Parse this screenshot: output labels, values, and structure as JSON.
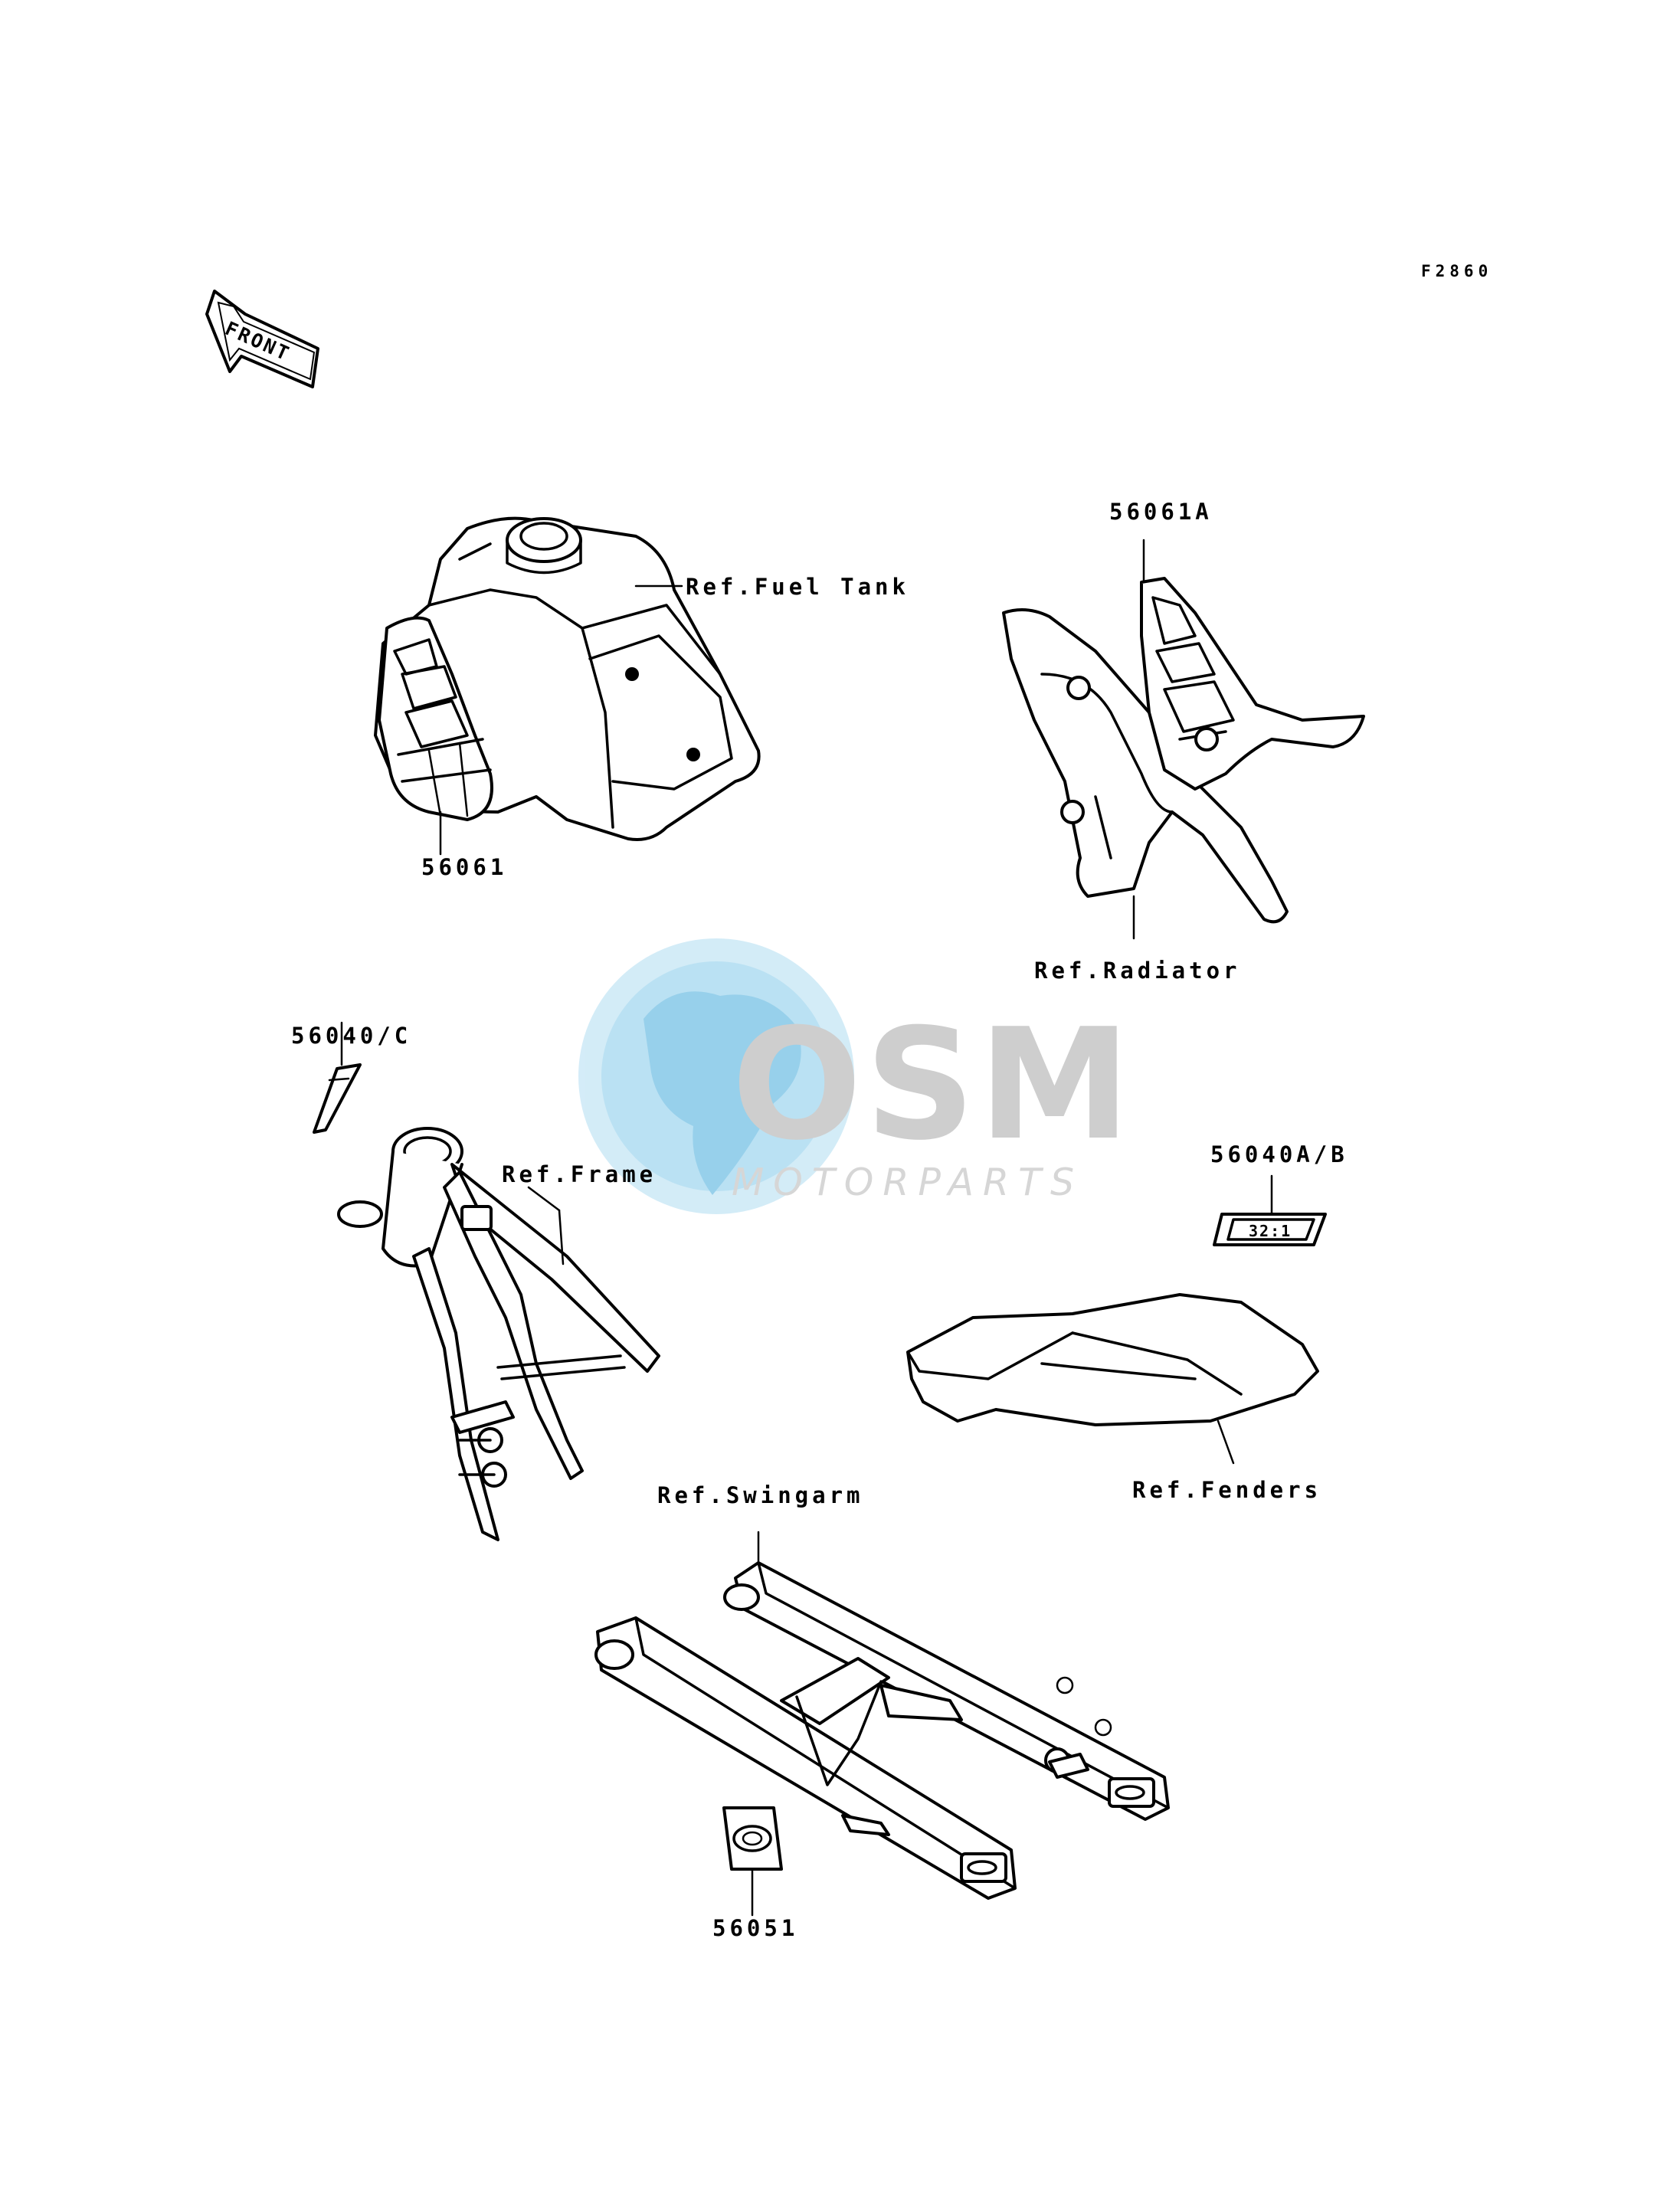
{
  "diagram": {
    "code": "F2860",
    "front_label": "FRONT",
    "labels": {
      "fuel_tank_ref": "Ref.Fuel Tank",
      "part_56061": "56061",
      "part_56061a": "56061A",
      "radiator_ref": "Ref.Radiator",
      "part_56040c": "56040/C",
      "frame_ref": "Ref.Frame",
      "part_56040ab": "56040A/B",
      "fenders_ref": "Ref.Fenders",
      "swingarm_ref": "Ref.Swingarm",
      "part_56051": "56051"
    },
    "label_tag_text": "32:1"
  },
  "watermark": {
    "brand": "OSM",
    "tagline": "MOTORPARTS",
    "colors": {
      "globe_light": "#9fd8f0",
      "globe_dark": "#6db6e0",
      "text": "#c9c9c9"
    }
  }
}
